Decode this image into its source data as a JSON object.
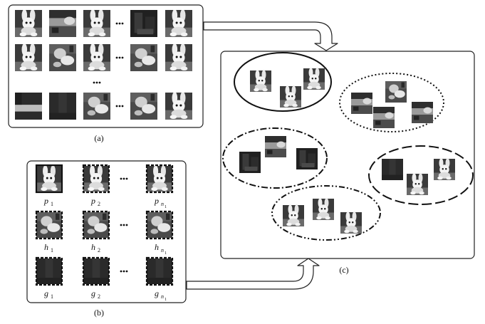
{
  "panels": {
    "a": {
      "caption": "(a)",
      "gallery": [
        {
          "row": [
            "bunny",
            "sofa",
            "bunny",
            "sofa-dark",
            "bunny"
          ]
        },
        {
          "row": [
            "bunny",
            "bunny-blur",
            "bunny",
            "bunny-blur",
            "bunny"
          ]
        },
        {
          "row": [
            "floor",
            "dark",
            "bunny-blur",
            "bunny-blur",
            "bunny"
          ]
        }
      ]
    },
    "b": {
      "caption": "(b)",
      "rows": [
        {
          "tile": "bunny",
          "frame": "solid",
          "labels": [
            {
              "base": "p",
              "sub": "1"
            },
            {
              "base": "p",
              "sub": "2"
            },
            {
              "base": "p",
              "sub": "n",
              "subsub": "1"
            }
          ]
        },
        {
          "tile": "bunny-blur",
          "frame": "dashed",
          "labels": [
            {
              "base": "h",
              "sub": "1"
            },
            {
              "base": "h",
              "sub": "2"
            },
            {
              "base": "h",
              "sub": "n",
              "subsub": "1"
            }
          ]
        },
        {
          "tile": "dark",
          "frame": "dashed",
          "labels": [
            {
              "base": "g",
              "sub": "1"
            },
            {
              "base": "g",
              "sub": "2"
            },
            {
              "base": "g",
              "sub": "n",
              "subsub": "1"
            }
          ]
        }
      ]
    },
    "c": {
      "caption": "(c)",
      "clusters": [
        {
          "border": "solid",
          "tiles": [
            "bunny",
            "bunny",
            "bunny"
          ]
        },
        {
          "border": "dotted",
          "tiles": [
            "sofa",
            "bunny-blur",
            "sofa",
            "sofa"
          ]
        },
        {
          "border": "dash-dot",
          "tiles": [
            "sofa-dark",
            "sofa",
            "sofa-dark"
          ]
        },
        {
          "border": "long-dash",
          "tiles": [
            "dark",
            "bunny",
            "bunny"
          ]
        },
        {
          "border": "dash-dot-dot",
          "tiles": [
            "bunny",
            "bunny",
            "bunny"
          ]
        }
      ]
    }
  },
  "ellipsis": "..."
}
